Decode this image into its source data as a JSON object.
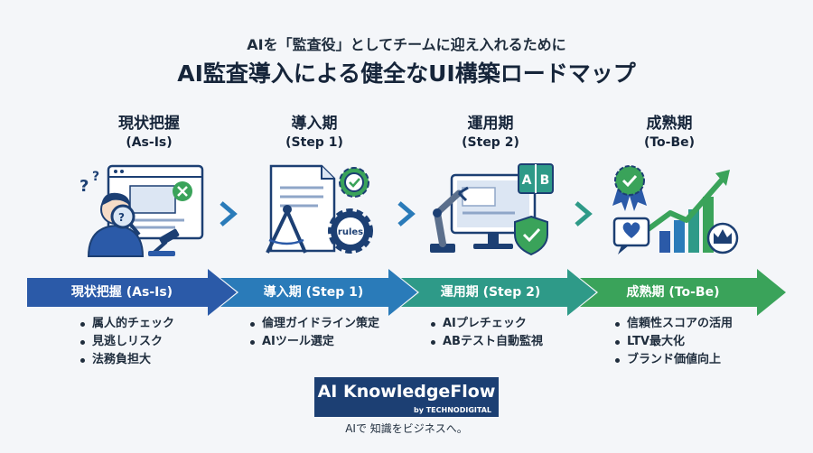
{
  "header": {
    "subtitle": "AIを「監査役」としてチームに迎え入れるために",
    "title": "AI監査導入による健全なUI構築ロードマップ"
  },
  "phases": [
    {
      "name": "現状把握",
      "sub": "(As-Is)",
      "band_label": "現状把握 (As-Is)",
      "color": "#2b5aa8",
      "bullets": [
        "属人的チェック",
        "見逃しリスク",
        "法務負担大"
      ]
    },
    {
      "name": "導入期",
      "sub": "(Step 1)",
      "band_label": "導入期 (Step 1)",
      "color": "#2a7bb9",
      "bullets": [
        "倫理ガイドライン策定",
        "AIツール選定"
      ]
    },
    {
      "name": "運用期",
      "sub": "(Step 2)",
      "band_label": "運用期 (Step 2)",
      "color": "#2e9a88",
      "bullets": [
        "AIプレチェック",
        "ABテスト自動監視"
      ]
    },
    {
      "name": "成熟期",
      "sub": "(To-Be)",
      "band_label": "成熟期 (To-Be)",
      "color": "#3aa35a",
      "bullets": [
        "信頼性スコアの活用",
        "LTV最大化",
        "ブランド価値向上"
      ]
    }
  ],
  "illustrations": {
    "rules_gear_text": "rules",
    "ab_a": "A",
    "ab_b": "B"
  },
  "logo": {
    "main": "AI KnowledgeFlow",
    "by": "by TECHNODIGITAL",
    "tagline": "AIで 知識をビジネスへ。"
  },
  "colors": {
    "navy": "#1c3f73",
    "dark_text": "#16253a",
    "chevron": "#2a7bb9",
    "green": "#3aa35a"
  }
}
